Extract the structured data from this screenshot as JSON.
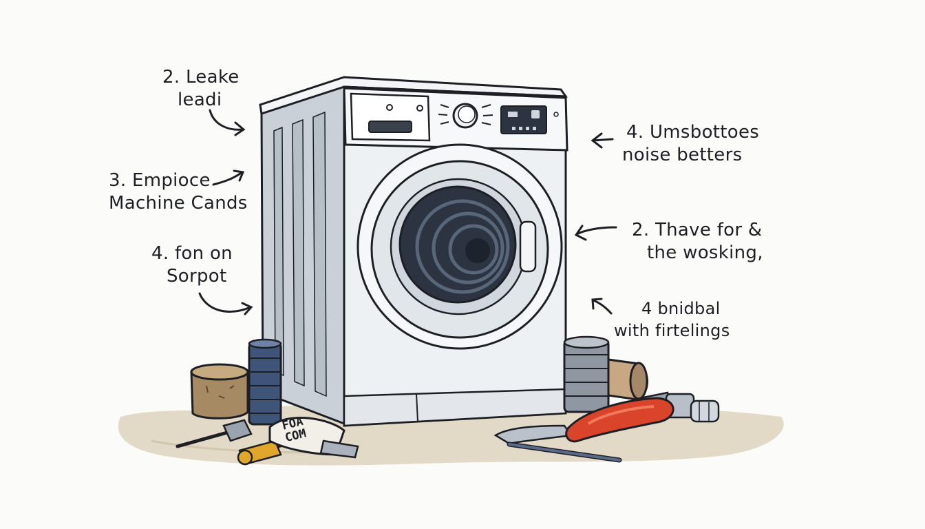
{
  "annotations": [
    {
      "id": "top-left",
      "lines": [
        "2. Leake",
        "leadi"
      ]
    },
    {
      "id": "mid-left",
      "lines": [
        "3. Empioce",
        "Machine Cands"
      ]
    },
    {
      "id": "low-left",
      "lines": [
        "4. fon on",
        "Sorpot"
      ]
    },
    {
      "id": "top-right",
      "lines": [
        "4. Umsbottoes",
        "noise betters"
      ]
    },
    {
      "id": "mid-right",
      "lines": [
        "2. Thave for &",
        "the wosking,"
      ]
    },
    {
      "id": "low-right",
      "lines": [
        "4 bnidbal",
        "with firtelings"
      ]
    }
  ],
  "tube_label": [
    "FOA",
    "COM"
  ],
  "colors": {
    "ink": "#1d1f24",
    "machine_body": "#e9ecef",
    "machine_shadow": "#c8ced6",
    "drum_dark": "#2b3440",
    "floor_stain": "#d8cdb8",
    "wrench_handle": "#d9442b"
  }
}
